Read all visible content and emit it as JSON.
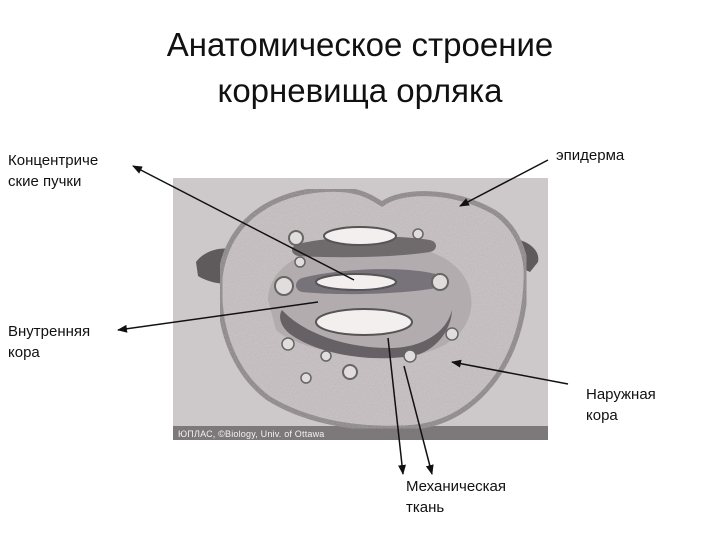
{
  "title": {
    "line1": "Анатомическое строение",
    "line2": "корневища орляка"
  },
  "labels": {
    "concentric_line1": "Концентриче",
    "concentric_line2": "ские пучки",
    "epidermis": "эпидерма",
    "inner_cortex_line1": "Внутренняя",
    "inner_cortex_line2": "кора",
    "outer_cortex_line1": "Наружная",
    "outer_cortex_line2": "кора",
    "mechanical_line1": "Механическая",
    "mechanical_line2": "ткань"
  },
  "image": {
    "credit": "ЮПЛАС, ©Biology, Univ. of Ottawa"
  },
  "colors": {
    "background_photo": "#cdc8c9",
    "section_fill": "#c6bfc2",
    "tissue_dark": "#6f6a6c",
    "epidermis": "#8a8486",
    "bundle_light": "#f2efee",
    "arrow": "#111111"
  }
}
